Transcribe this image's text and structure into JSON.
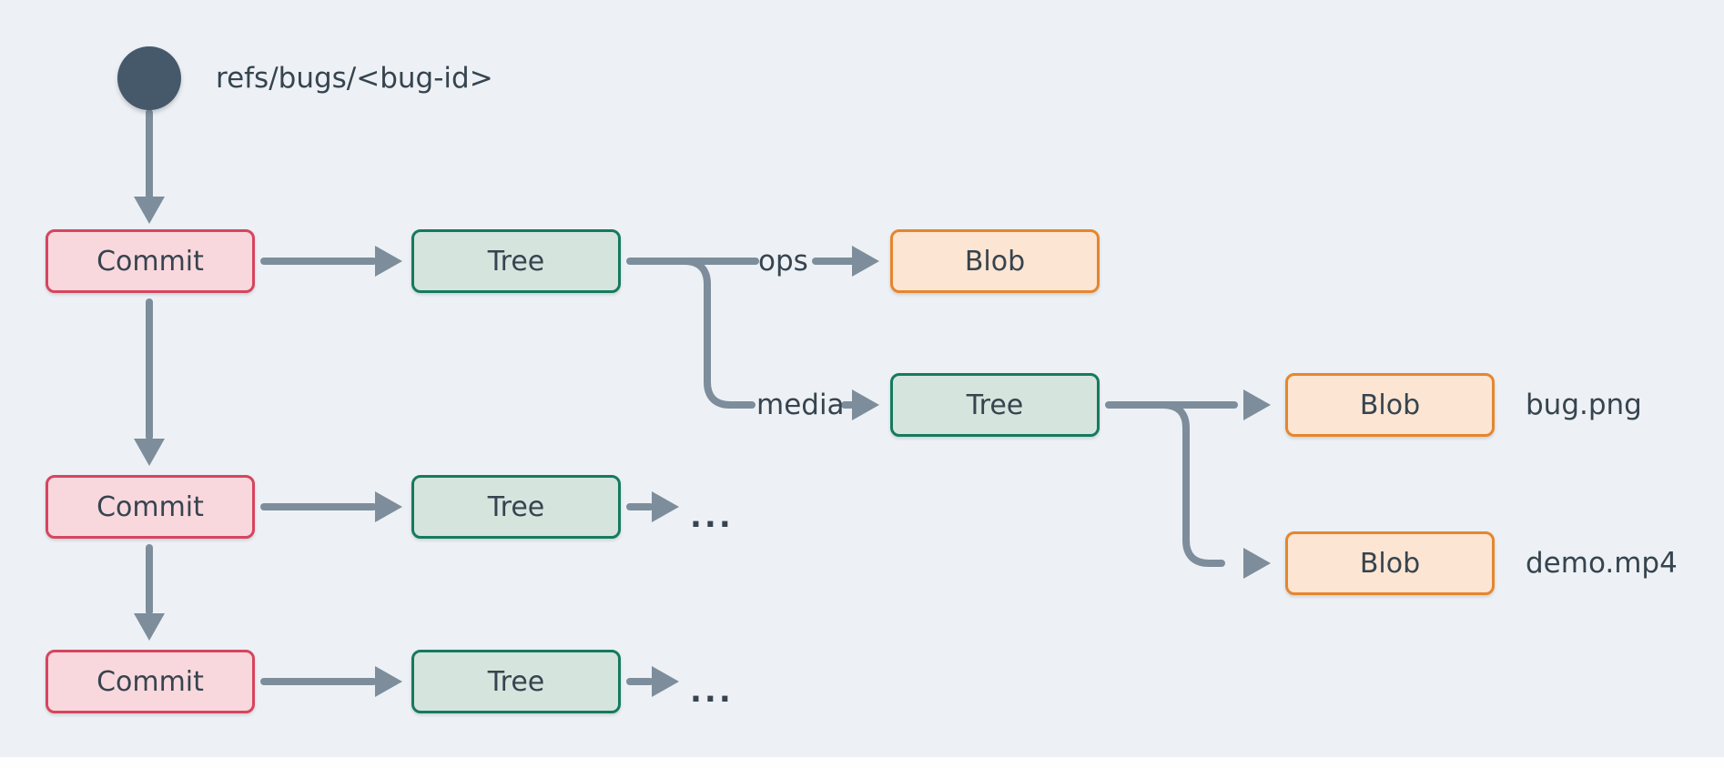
{
  "diagram": {
    "ref_label": "refs/bugs/<bug-id>",
    "nodes": {
      "commit1": "Commit",
      "tree1": "Tree",
      "blob_ops": "Blob",
      "tree_media": "Tree",
      "blob_bug": "Blob",
      "blob_demo": "Blob",
      "commit2": "Commit",
      "tree2": "Tree",
      "commit3": "Commit",
      "tree3": "Tree"
    },
    "edge_labels": {
      "ops": "ops",
      "media": "media"
    },
    "file_labels": {
      "bug_png": "bug.png",
      "demo_mp4": "demo.mp4"
    },
    "ellipsis_row2": "...",
    "ellipsis_row3": "..."
  },
  "colors": {
    "background": "#edf1f5",
    "bottom-strip": "#fefefe",
    "arrow": "#7d8d9b",
    "text": "#36444f",
    "ref-circle": "#46596b",
    "commit-fill": "#f9d8dd",
    "commit-border": "#d6455f",
    "tree-fill": "#d5e4dd",
    "tree-border": "#157a5e",
    "blob-fill": "#fce5d2",
    "blob-border": "#e5862f"
  }
}
